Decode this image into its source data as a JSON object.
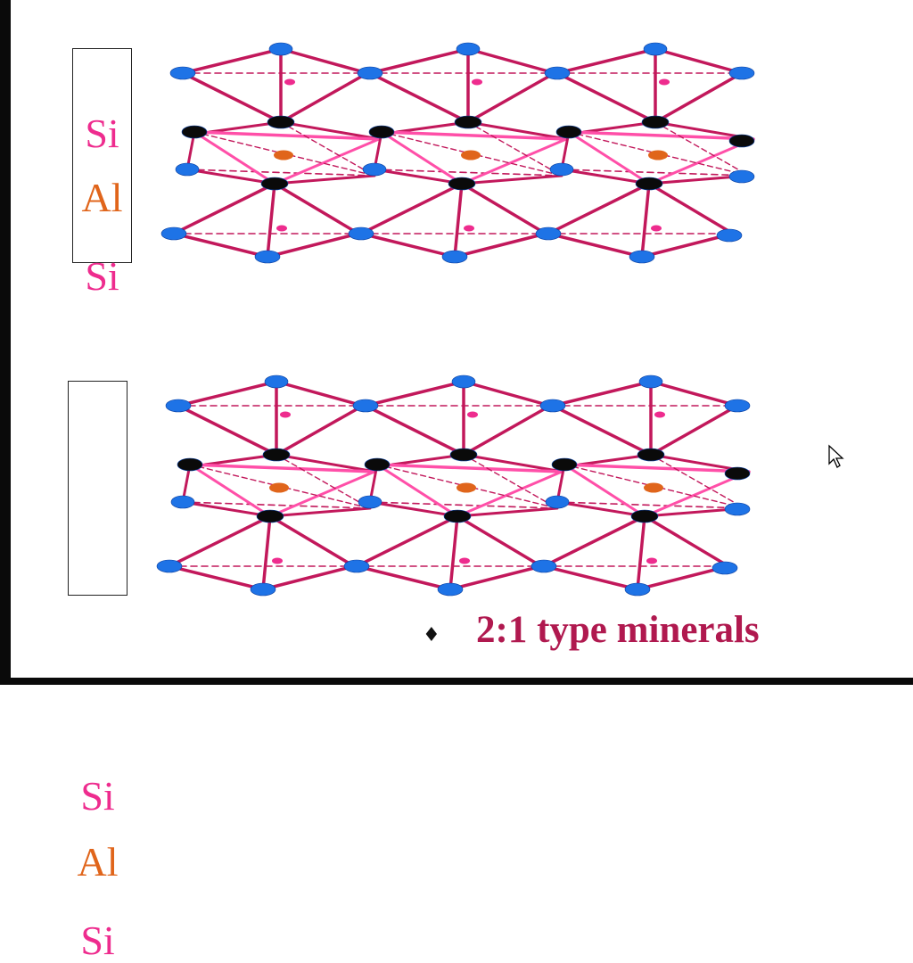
{
  "panels": [
    {
      "labels": {
        "top": "Si",
        "middle": "Al",
        "bottom": "Si"
      }
    },
    {
      "labels": {
        "top": "Si",
        "middle": "Al",
        "bottom": "Si"
      }
    }
  ],
  "caption": {
    "bullet": "♦",
    "text": "2:1 type minerals"
  },
  "colors": {
    "silicon": "#ee2c8e",
    "aluminum": "#e0651b",
    "bond": "#c2185b",
    "bond_pink": "#ff4fa8",
    "oxygen": "#1e73e6",
    "hydroxyl": "#0a0a0a",
    "caption": "#b0194f"
  }
}
